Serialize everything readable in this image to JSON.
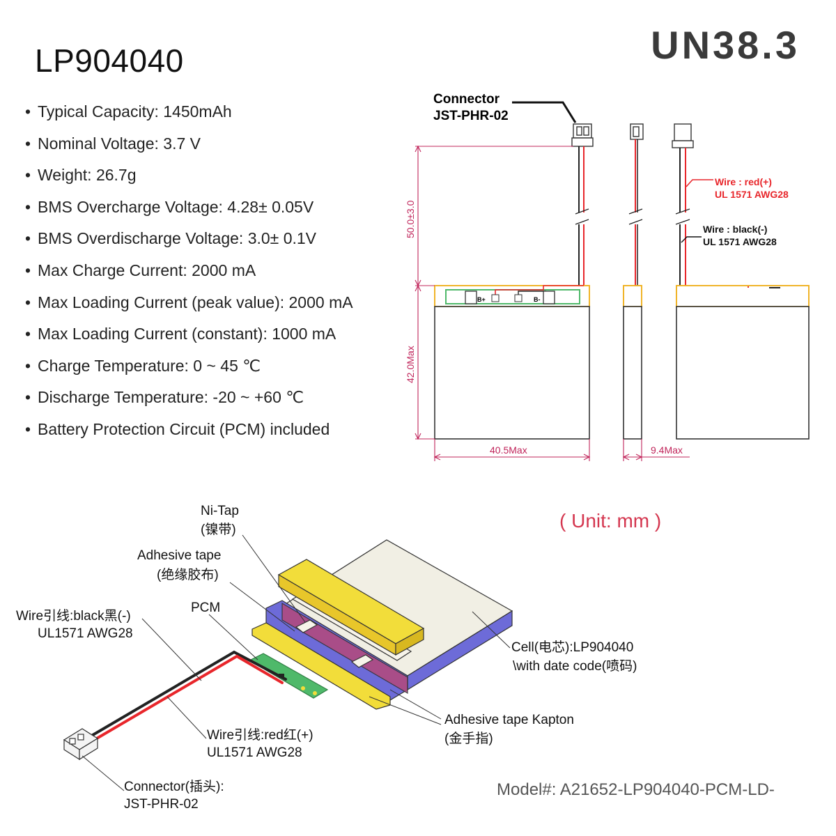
{
  "header": {
    "title": "LP904040",
    "badge": "UN38.3"
  },
  "specs": [
    "Typical Capacity: 1450mAh",
    "Nominal Voltage: 3.7 V",
    "Weight: 26.7g",
    "BMS Overcharge Voltage: 4.28± 0.05V",
    "BMS Overdischarge Voltage: 3.0± 0.1V",
    "Max Charge Current: 2000 mA",
    "Max Loading Current (peak value): 2000 mA",
    "Max Loading Current (constant): 1000 mA",
    "Charge Temperature: 0 ~ 45 ℃",
    "Discharge Temperature: -20 ~ +60 ℃",
    "Battery Protection Circuit (PCM) included"
  ],
  "drawing": {
    "connector_title": "Connector",
    "connector_model": "JST-PHR-02",
    "wire_red_title": "Wire : red(+)",
    "wire_red_spec": "UL 1571 AWG28",
    "wire_black_title": "Wire : black(-)",
    "wire_black_spec": "UL 1571 AWG28",
    "dim_lead": "50.0±3.0",
    "dim_height": "42.0Max",
    "dim_width": "40.5Max",
    "dim_thickness": "9.4Max",
    "pcm_bplus": "B+",
    "pcm_bminus": "B-"
  },
  "unit_note": "( Unit: mm )",
  "exploded": {
    "ni_tap": "Ni-Tap",
    "ni_tap_cn": "(镍带)",
    "adhesive": "Adhesive tape",
    "adhesive_cn": "(绝缘胶布)",
    "pcm": "PCM",
    "wire_black_1": "Wire引线:black黑(-)",
    "wire_black_2": "UL1571 AWG28",
    "cell_1": "Cell(电芯):LP904040",
    "cell_2": "\\with date code(喷码)",
    "kapton_1": "Adhesive tape Kapton",
    "kapton_2": "(金手指)",
    "wire_red_1": "Wire引线:red红(+)",
    "wire_red_2": "UL1571 AWG28",
    "conn_1": "Connector(插头):",
    "conn_2": "JST-PHR-02"
  },
  "model_number": "Model#: A21652-LP904040-PCM-LD-",
  "colors": {
    "dimension": "#c0245a",
    "red_wire": "#e8262b",
    "outline": "#333333",
    "pcm_frame": "#f0b429",
    "pcm_board": "#4fb96a",
    "tape_yellow": "#f2dd3a",
    "kapton_blue": "#6d6bd8",
    "cell_magenta": "#b04a80"
  }
}
